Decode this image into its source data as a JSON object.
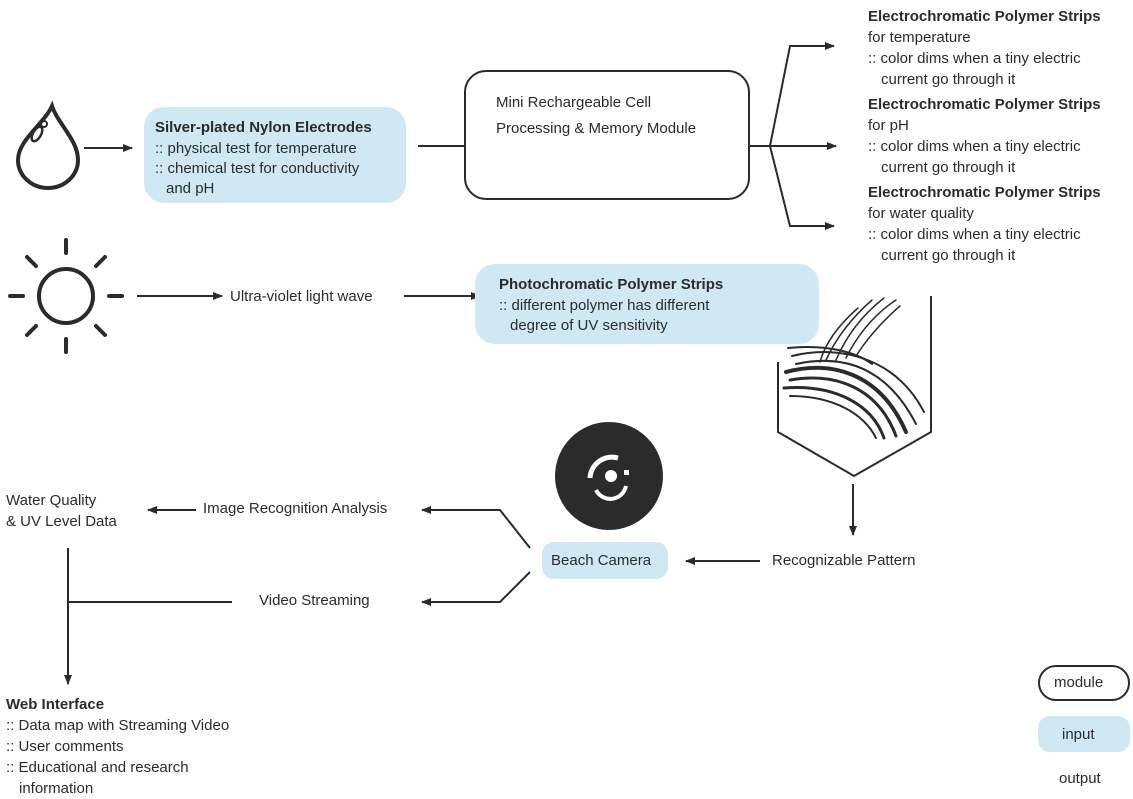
{
  "electrodes": {
    "title": "Silver-plated Nylon Electrodes",
    "line1": ":: physical test for temperature",
    "line2": ":: chemical test for conductivity",
    "line3": "and pH"
  },
  "module": {
    "line1": "Mini Rechargeable Cell",
    "line2": "Processing & Memory Module"
  },
  "outputs": [
    {
      "title": "Electrochromatic Polymer Strips",
      "sub": "for temperature",
      "line1": ":: color dims when a tiny electric",
      "line2": "current go through it"
    },
    {
      "title": "Electrochromatic Polymer Strips",
      "sub": "for pH",
      "line1": ":: color dims when a tiny electric",
      "line2": "current go through it"
    },
    {
      "title": "Electrochromatic Polymer Strips",
      "sub": "for water quality",
      "line1": ":: color dims when a tiny electric",
      "line2": "current go through it"
    }
  ],
  "uv_label": "Ultra-violet light wave",
  "photo": {
    "title": "Photochromatic Polymer Strips",
    "line1": ":: different polymer has different",
    "line2": "degree of UV sensitivity"
  },
  "recognizable_pattern": "Recognizable Pattern",
  "beach_camera": "Beach Camera",
  "image_recognition": "Image Recognition Analysis",
  "video_streaming": "Video Streaming",
  "water_quality": {
    "line1": "Water Quality",
    "line2": "& UV Level Data"
  },
  "web": {
    "title": "Web Interface",
    "line1": ":: Data map with Streaming Video",
    "line2": ":: User comments",
    "line3": ":: Educational and research",
    "line4": "information"
  },
  "legend": {
    "module": "module",
    "input": "input",
    "output": "output"
  },
  "icons": [
    "water-drop-icon",
    "sun-icon",
    "strips-sketch-icon",
    "camera-lens-icon"
  ],
  "colors": {
    "input": "#cfe8f3",
    "ink": "#2b2b2b"
  }
}
